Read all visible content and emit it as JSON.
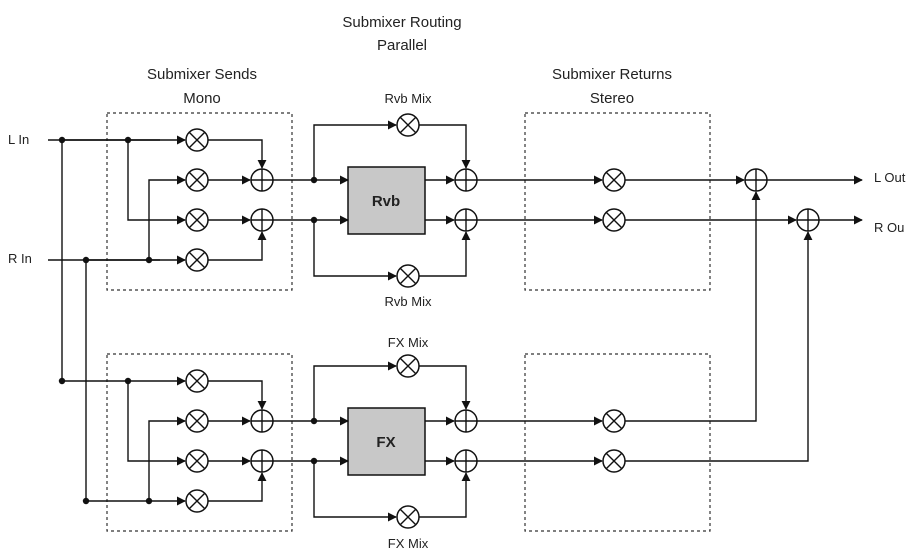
{
  "titles": {
    "routing_line1": "Submixer Routing",
    "routing_line2": "Parallel",
    "sends_line1": "Submixer Sends",
    "sends_line2": "Mono",
    "returns_line1": "Submixer Returns",
    "returns_line2": "Stereo"
  },
  "io": {
    "left_in": "L In",
    "right_in": "R In",
    "left_out": "L Out",
    "right_out": "R Ou"
  },
  "processors": {
    "reverb": "Rvb",
    "effects": "FX"
  },
  "mix_labels": {
    "reverb_top": "Rvb Mix",
    "reverb_bottom": "Rvb Mix",
    "fx_top": "FX Mix",
    "fx_bottom": "FX Mix"
  },
  "colors": {
    "line": "#111111",
    "processor_fill": "#c8c8c8",
    "dashed_border": "#333333"
  }
}
